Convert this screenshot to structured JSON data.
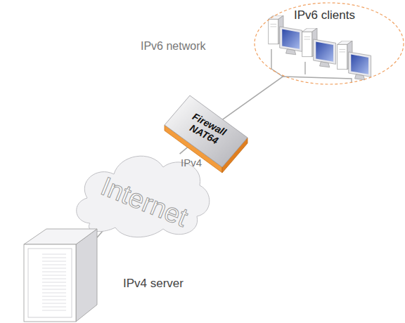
{
  "diagram": {
    "nodes": [
      {
        "text": [
          "IPv6 clients"
        ]
      },
      {
        "text": [
          "Firewall NAT64"
        ]
      },
      {
        "text": [
          "Internet"
        ]
      },
      {
        "text": [
          "IPv4 server"
        ]
      }
    ],
    "edges": [
      {
        "from": 0,
        "to": 1,
        "arrow": "none"
      },
      {
        "from": 1,
        "to": 2,
        "label": "IPv4",
        "arrow": "none"
      },
      {
        "from": 2,
        "to": 3,
        "arrow": "none"
      }
    ],
    "labels": [
      "IPv6 network"
    ]
  }
}
